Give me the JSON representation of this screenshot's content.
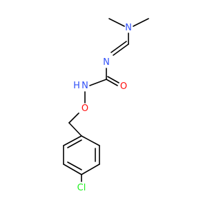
{
  "molecule": {
    "atoms": [
      {
        "id": "N_amine",
        "symbol": "N"
      },
      {
        "id": "N_imine",
        "symbol": "N"
      },
      {
        "id": "O_carbonyl",
        "symbol": "O"
      },
      {
        "id": "N_amide",
        "symbol": "N"
      },
      {
        "id": "H_amide",
        "symbol": "H"
      },
      {
        "id": "O_ether",
        "symbol": "O"
      },
      {
        "id": "Cl",
        "symbol": "Cl"
      }
    ],
    "colors": {
      "N": "#3050F8",
      "O": "#FF0D0D",
      "Cl": "#1FF01F",
      "bond": "#000000"
    }
  }
}
